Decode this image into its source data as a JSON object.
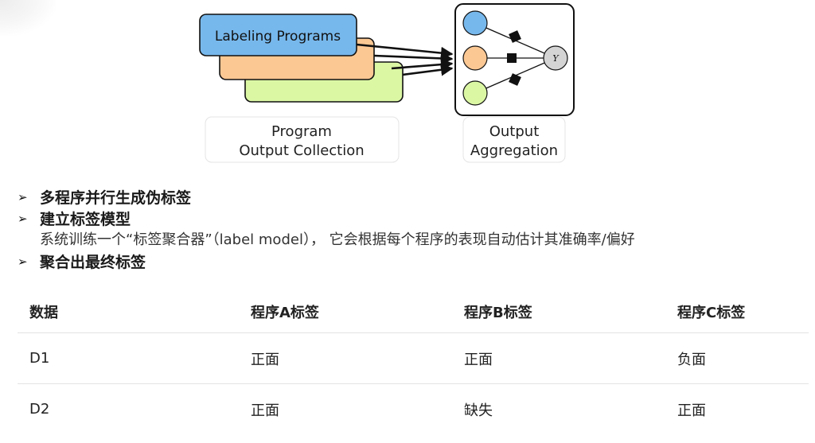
{
  "diagram": {
    "labeling_programs": "Labeling Programs",
    "collection_line1": "Program",
    "collection_line2": "Output Collection",
    "aggregation_line1": "Output",
    "aggregation_line2": "Aggregation",
    "node_y": "Y",
    "colors": {
      "blue": "#77b8ec",
      "orange": "#fbc793",
      "green": "#dbf7a4"
    }
  },
  "bullets": [
    {
      "text": "多程序并行生成伪标签"
    },
    {
      "text": "建立标签模型",
      "sub": "系统训练一个“标签聚合器”（label model）， 它会根据每个程序的表现自动估计其准确率/偏好"
    },
    {
      "text": "聚合出最终标签"
    }
  ],
  "table": {
    "headers": [
      "数据",
      "程序A标签",
      "程序B标签",
      "程序C标签"
    ],
    "rows": [
      [
        "D1",
        "正面",
        "正面",
        "负面"
      ],
      [
        "D2",
        "正面",
        "缺失",
        "正面"
      ]
    ]
  }
}
